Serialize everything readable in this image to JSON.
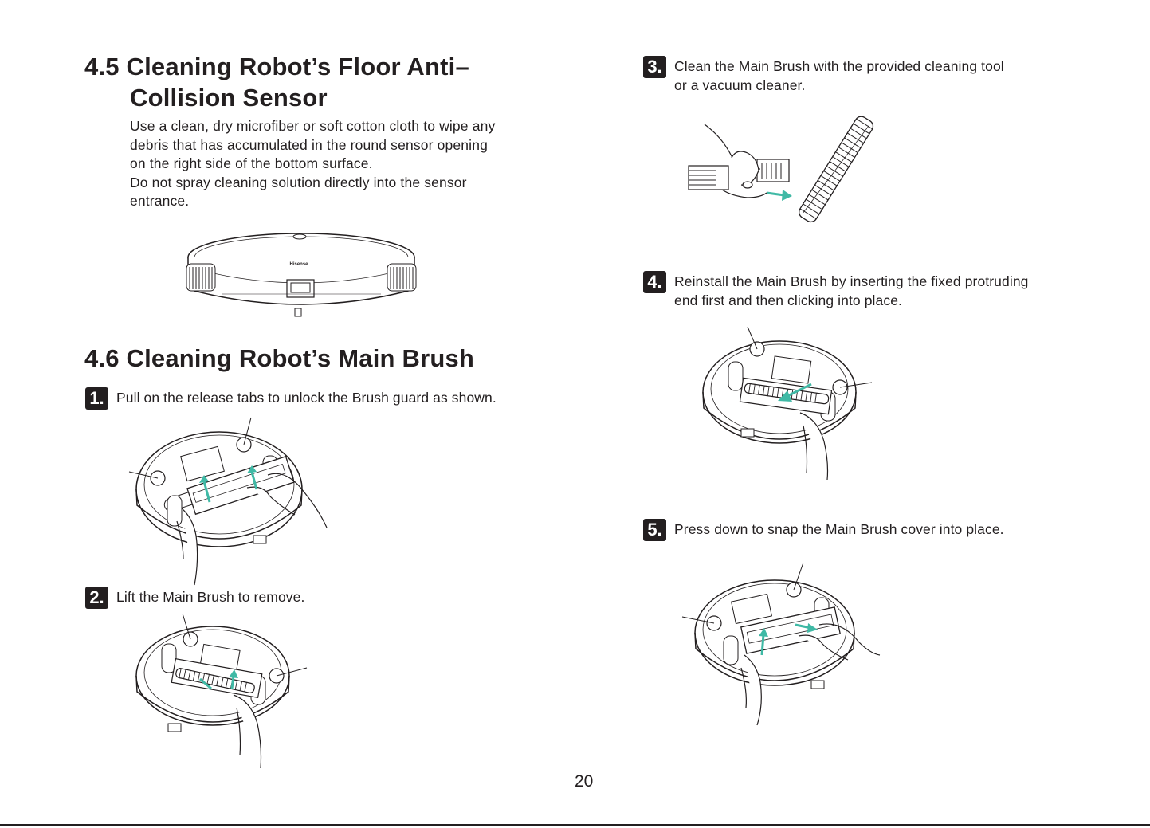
{
  "section_45": {
    "heading_line1": "4.5 Cleaning Robot’s Floor Anti–",
    "heading_line2": "Collision Sensor",
    "paragraph_lines": [
      "Use a clean, dry microfiber or soft cotton cloth to wipe any",
      "debris that has accumulated in the round sensor opening",
      "on the right side of the bottom surface.",
      "Do not spray cleaning solution directly into the sensor",
      "entrance."
    ],
    "robot_brand": "Hisense"
  },
  "section_46": {
    "heading": "4.6 Cleaning Robot’s Main Brush"
  },
  "steps": [
    {
      "number": "1.",
      "lines": [
        "Pull on the release tabs to unlock the Brush guard as shown."
      ]
    },
    {
      "number": "2.",
      "lines": [
        "Lift the Main Brush to remove."
      ]
    },
    {
      "number": "3.",
      "lines": [
        "Clean the Main Brush with the provided cleaning tool",
        "or a vacuum cleaner."
      ]
    },
    {
      "number": "4.",
      "lines": [
        "Reinstall the Main Brush by inserting the fixed protruding",
        "end first and then clicking into place."
      ]
    },
    {
      "number": "5.",
      "lines": [
        "Press down to snap the Main Brush cover into place."
      ]
    }
  ],
  "page_number": "20",
  "colors": {
    "text": "#231f20",
    "arrow": "#3fb9a5"
  },
  "icons": [
    "robot-top-illustration",
    "robot-bottom-illustration",
    "main-brush-illustration",
    "cleaning-tool-illustration",
    "hand-illustration",
    "teal-arrow-icon"
  ]
}
